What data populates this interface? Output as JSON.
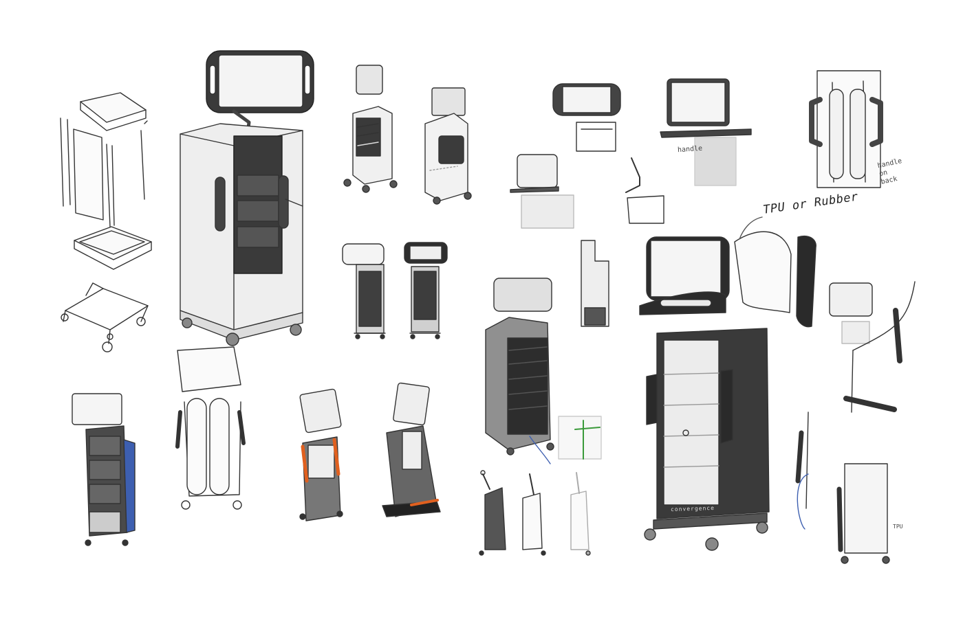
{
  "annotations": {
    "tpu_or_rubber": "TPU or Rubber",
    "handle_label": "handle",
    "handle_on_back": "handle on back",
    "tpu_small": "TPU",
    "brand_mark": "convergence"
  },
  "colors": {
    "background": "#ffffff",
    "sketch_line": "#333333",
    "dark_panel": "#3c3c3c",
    "mid_grey": "#8a8a8a",
    "light_grey": "#e6e6e6",
    "accent_orange": "#e0601f",
    "accent_blue": "#3d5fb0"
  }
}
